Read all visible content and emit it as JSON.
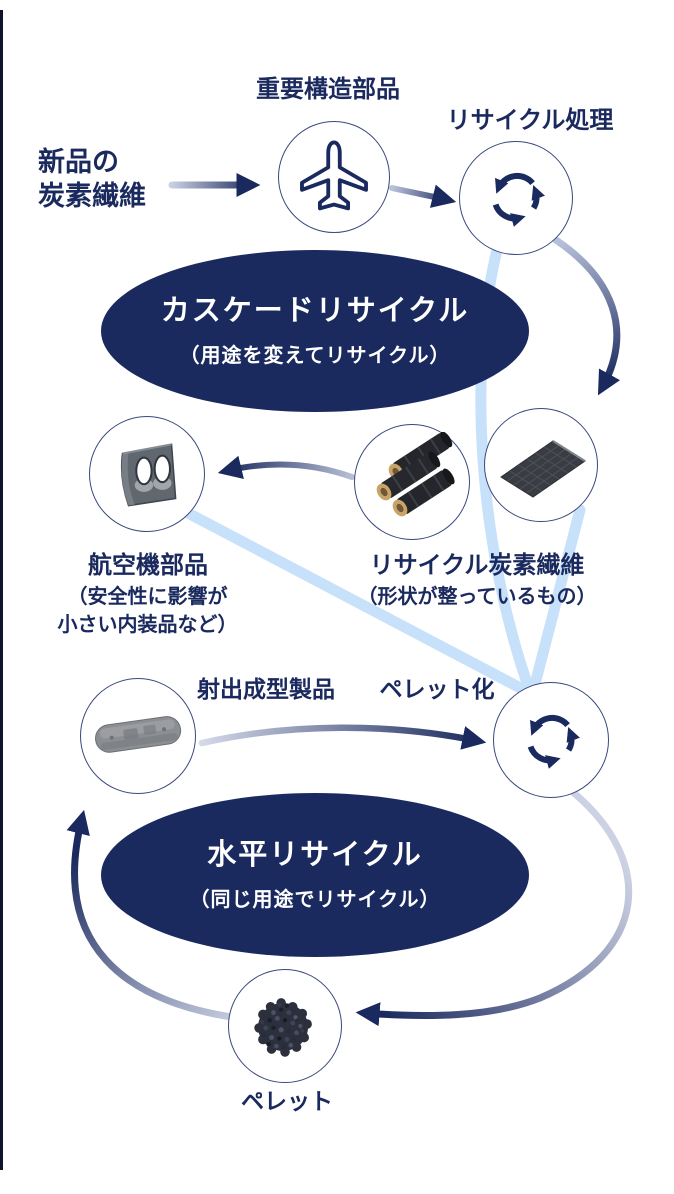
{
  "diagram": {
    "source": {
      "line1": "新品の",
      "line2": "炭素繊維"
    },
    "top_flow": {
      "important_parts": "重要構造部品",
      "recycling_process": "リサイクル処理"
    },
    "cascade": {
      "title": "カスケードリサイクル",
      "subtitle": "（用途を変えてリサイクル）"
    },
    "middle": {
      "aircraft_parts": "航空機部品",
      "aircraft_note_line1": "（安全性に影響が",
      "aircraft_note_line2": "小さい内装品など）",
      "recycled_fiber": "リサイクル炭素繊維",
      "recycled_fiber_note": "（形状が整っているもの）"
    },
    "bottom_flow": {
      "injection_molded": "射出成型製品",
      "pelletizing": "ペレット化",
      "pellet": "ペレット"
    },
    "horizontal": {
      "title": "水平リサイクル",
      "subtitle": "（同じ用途でリサイクル）"
    },
    "colors": {
      "navy": "#1b2a5e",
      "light_blue": "#c8e1fa",
      "circle_border": "#39497e",
      "background": "#ffffff"
    },
    "icons": {
      "airplane": "airplane-icon",
      "recycle": "recycle-arrows-icon"
    }
  }
}
